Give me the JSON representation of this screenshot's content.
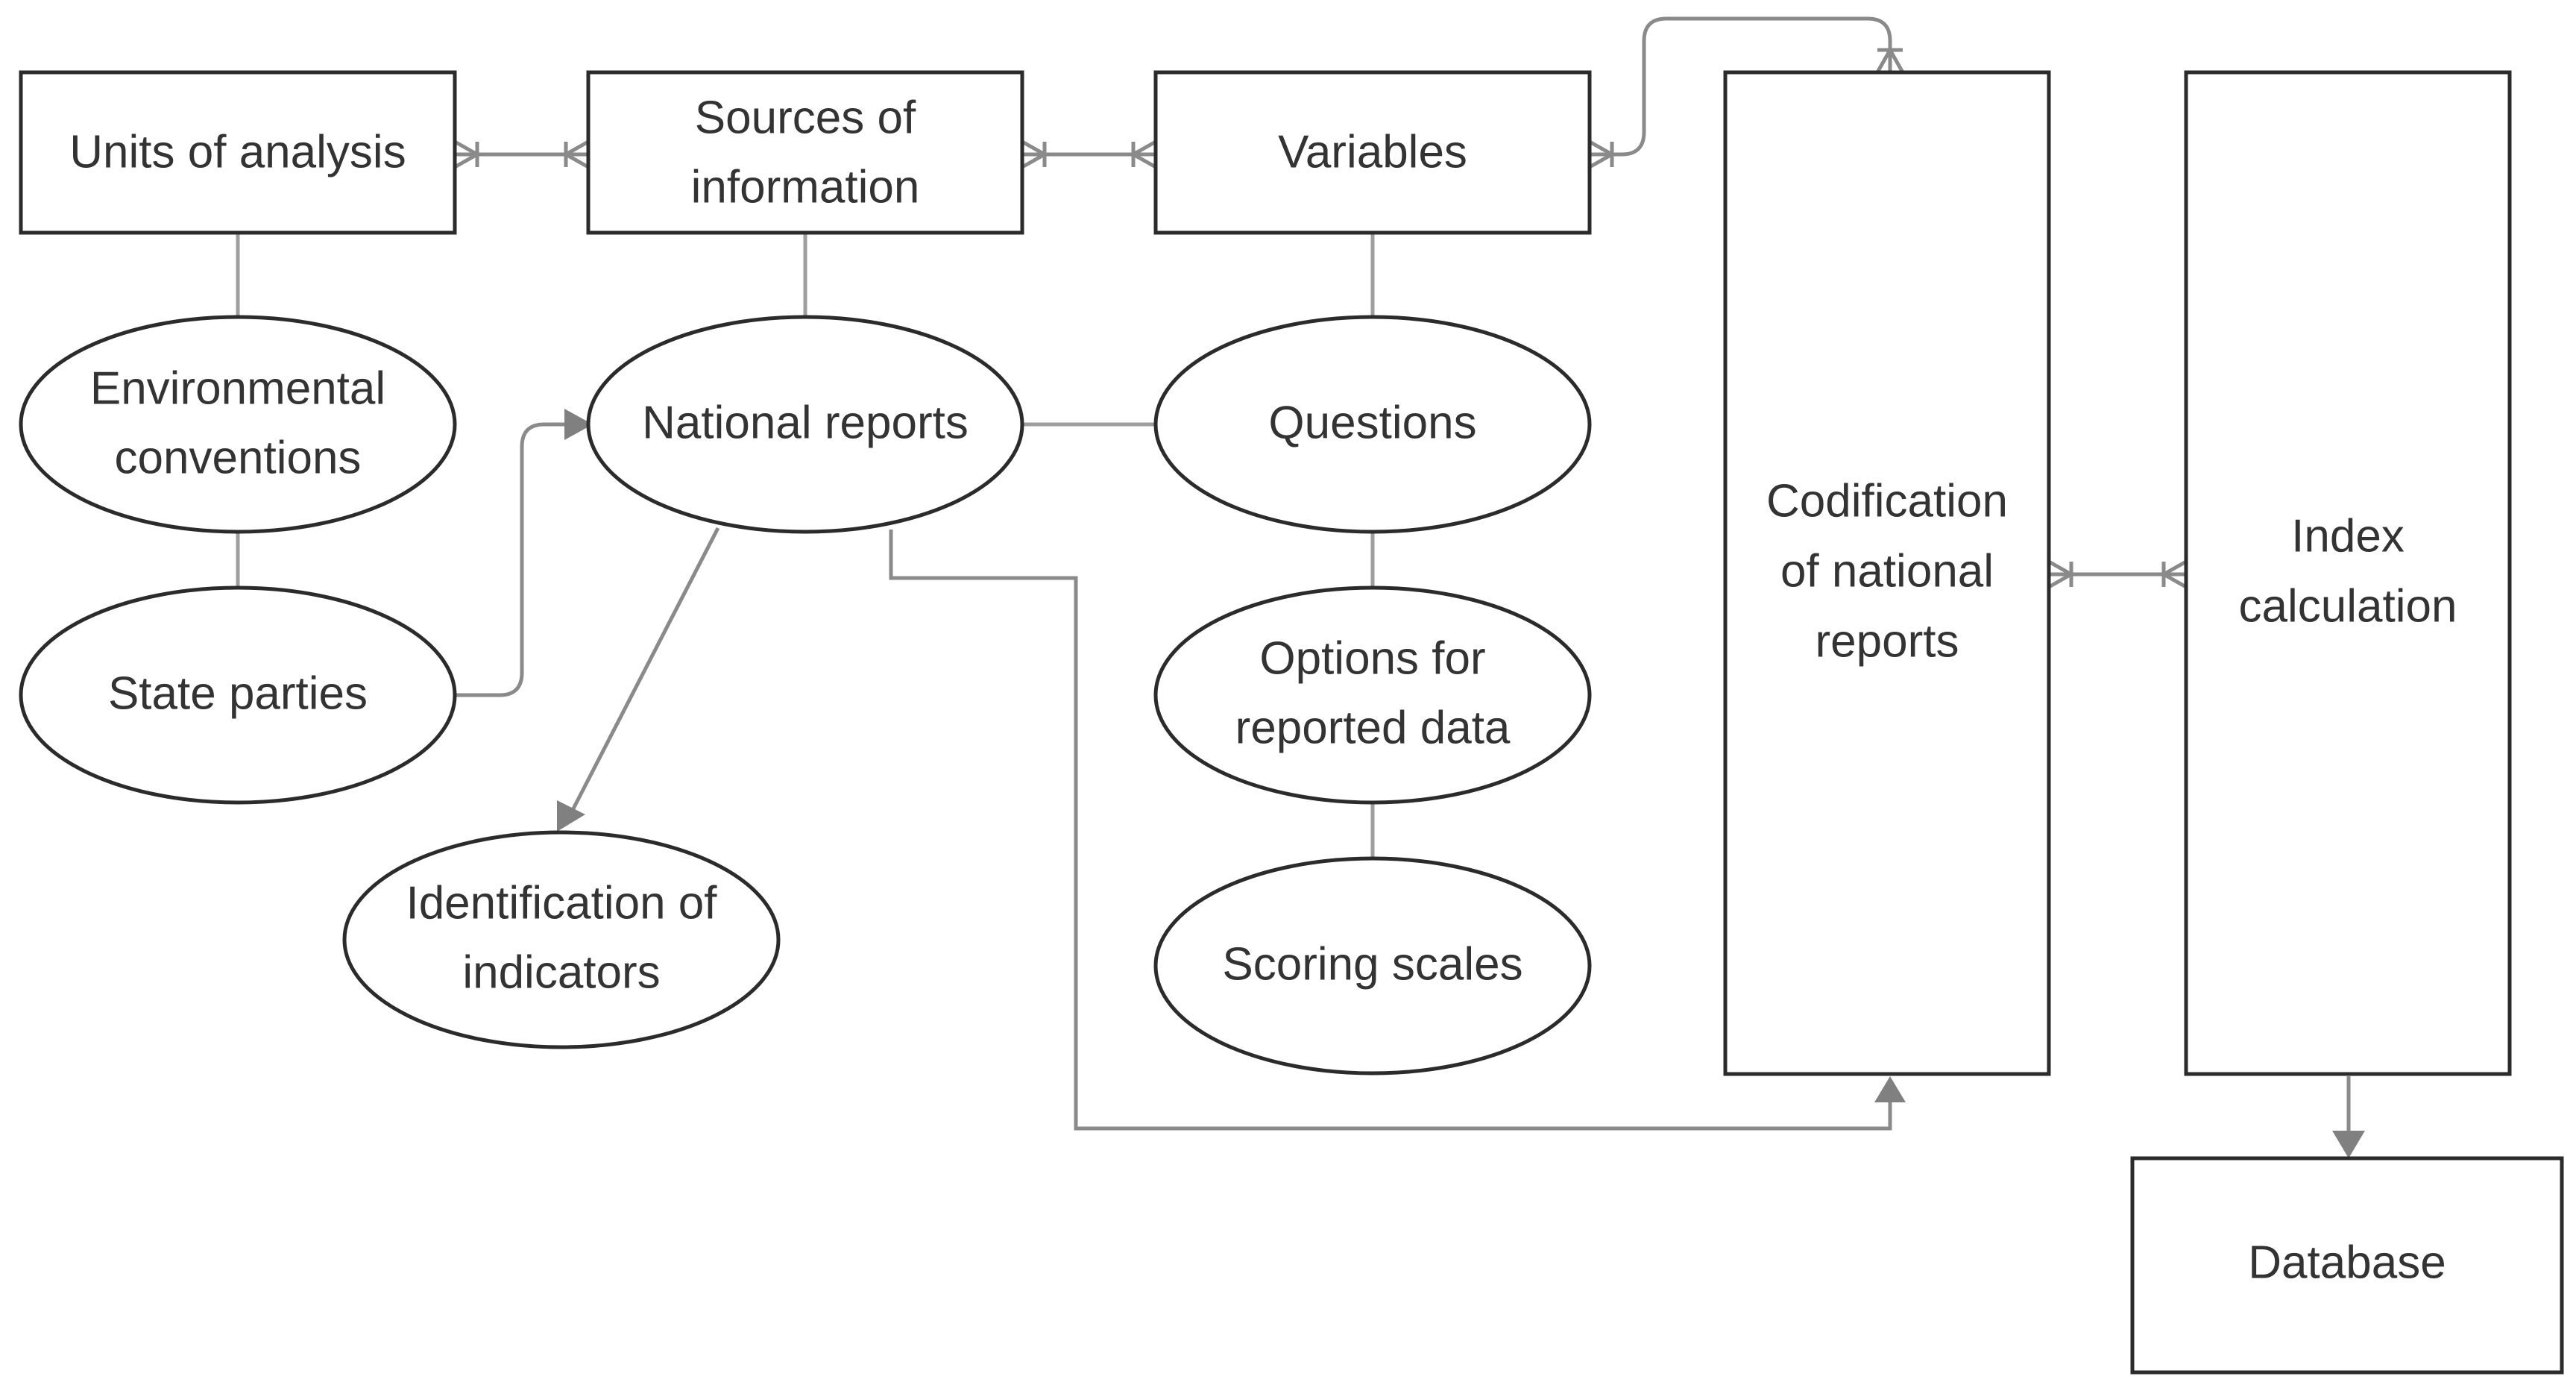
{
  "diagram": {
    "units_of_analysis": "Units of analysis",
    "sources_line1": "Sources of",
    "sources_line2": "information",
    "variables": "Variables",
    "environmental_line1": "Environmental",
    "environmental_line2": "conventions",
    "state_parties": "State parties",
    "national_reports": "National reports",
    "questions": "Questions",
    "options_line1": "Options for",
    "options_line2": "reported data",
    "scoring_scales": "Scoring scales",
    "identification_line1": "Identification of",
    "identification_line2": "indicators",
    "codification_line1": "Codification",
    "codification_line2": "of national",
    "codification_line3": "reports",
    "index_line1": "Index",
    "index_line2": "calculation",
    "database": "Database"
  }
}
